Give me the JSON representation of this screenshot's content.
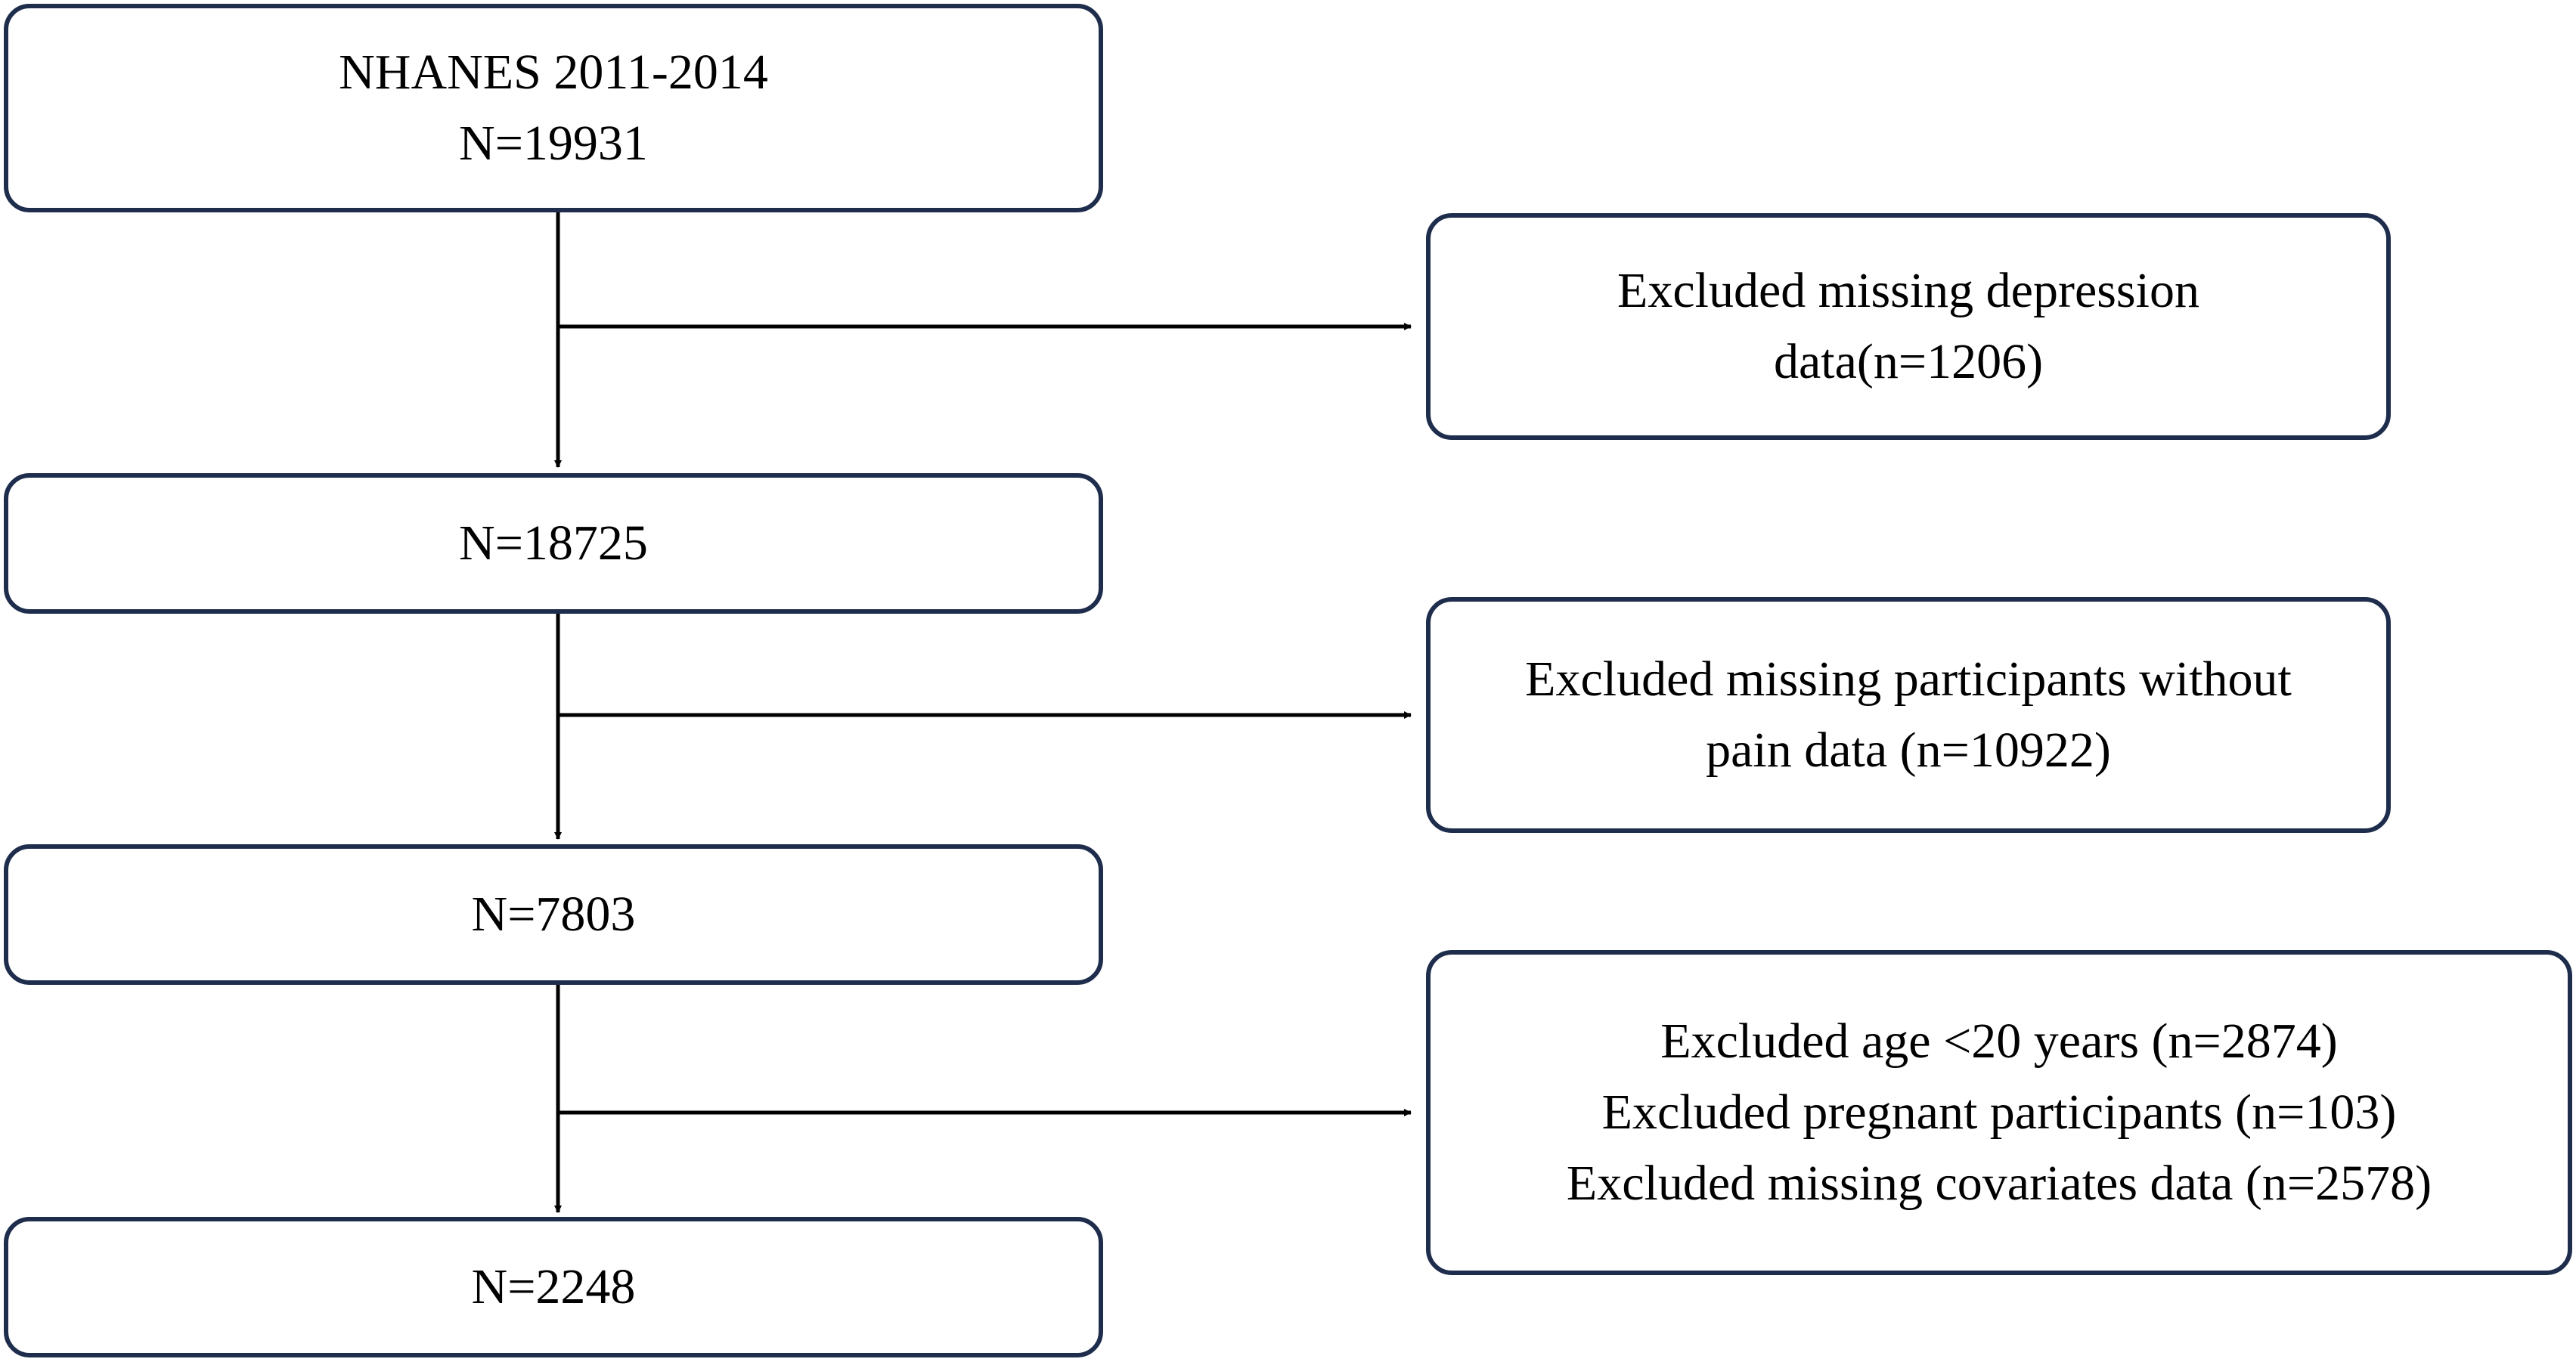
{
  "flowchart": {
    "main_steps": [
      {
        "lines": [
          "NHANES 2011-2014",
          "N=19931"
        ]
      },
      {
        "lines": [
          "N=18725"
        ]
      },
      {
        "lines": [
          "N=7803"
        ]
      },
      {
        "lines": [
          "N=2248"
        ]
      }
    ],
    "exclusions": [
      {
        "lines": [
          "Excluded missing depression",
          "data(n=1206)"
        ]
      },
      {
        "lines": [
          "Excluded missing participants without",
          "pain data (n=10922)"
        ]
      },
      {
        "lines": [
          "Excluded age <20 years (n=2874)",
          "Excluded pregnant participants (n=103)",
          "Excluded missing covariates data (n=2578)"
        ]
      }
    ]
  },
  "colors": {
    "box_border": "#1f2d4d",
    "arrow": "#000000",
    "background": "#ffffff"
  }
}
